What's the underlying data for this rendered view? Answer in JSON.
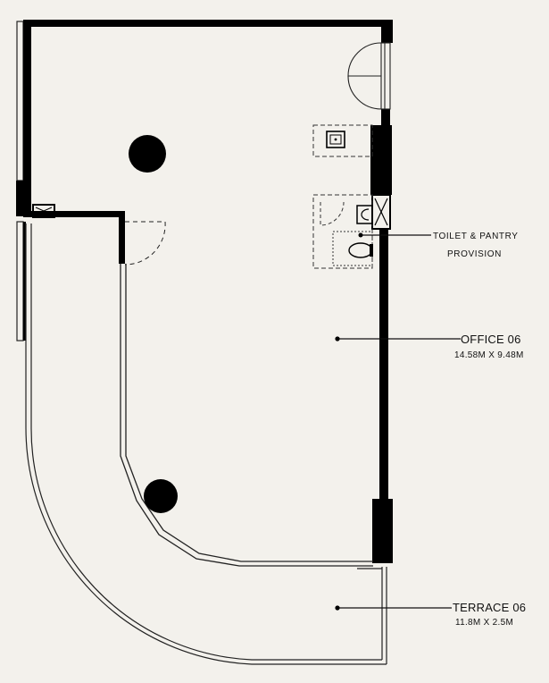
{
  "labels": {
    "office": {
      "name": "OFFICE 06",
      "size": "14.58M X 9.48M"
    },
    "terrace": {
      "name": "TERRACE 06",
      "size": "11.8M X 2.5M"
    },
    "toilet": {
      "line1": "TOILET & PANTRY",
      "line2": "PROVISION"
    }
  },
  "colors": {
    "background": "#f3f1ec",
    "wall": "#000000",
    "line": "#222222"
  }
}
